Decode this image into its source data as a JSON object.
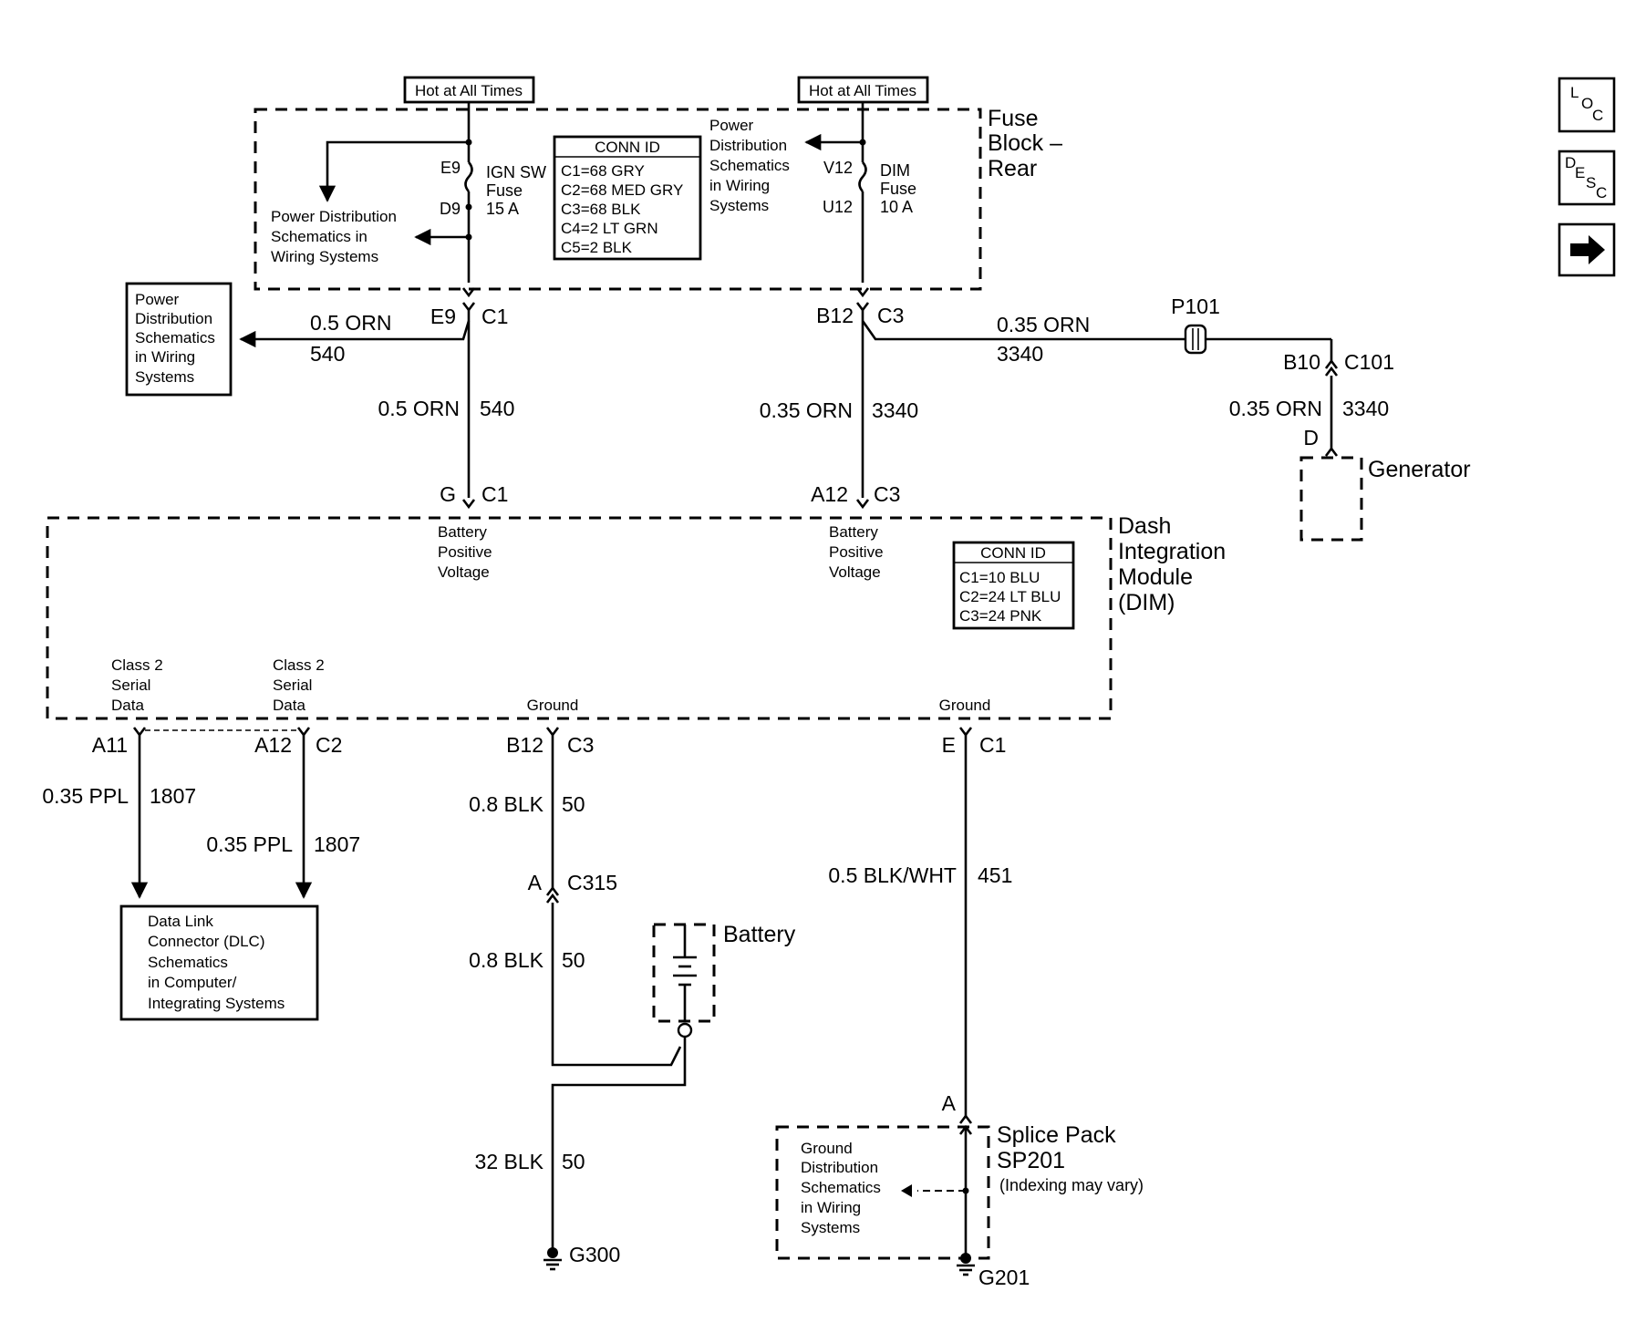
{
  "fuse_block": {
    "title": [
      "Fuse",
      "Block –",
      "Rear"
    ],
    "hot_left": "Hot at All Times",
    "hot_right": "Hot at All Times",
    "conn_id": {
      "title": "CONN ID",
      "lines": [
        "C1=68 GRY",
        "C2=68 MED GRY",
        "C3=68 BLK",
        "C4=2 LT GRN",
        "C5=2 BLK"
      ]
    },
    "ign_fuse": {
      "top_pin": "E9",
      "bottom_pin": "D9",
      "label": [
        "IGN SW",
        "Fuse",
        "15 A"
      ]
    },
    "dim_fuse": {
      "top_pin": "V12",
      "bottom_pin": "U12",
      "label": [
        "DIM",
        "Fuse",
        "10 A"
      ]
    },
    "pd_inner_left": [
      "Power Distribution",
      "Schematics in",
      "Wiring Systems"
    ],
    "pd_inner_right": [
      "Power",
      "Distribution",
      "Schematics",
      "in Wiring",
      "Systems"
    ]
  },
  "pd_outer_box": [
    "Power",
    "Distribution",
    "Schematics",
    "in Wiring",
    "Systems"
  ],
  "connectors": {
    "fb_c1": {
      "pin": "E9",
      "conn": "C1"
    },
    "fb_c3": {
      "pin": "B12",
      "conn": "C3"
    },
    "dim_c1_top": {
      "pin": "G",
      "conn": "C1"
    },
    "dim_c3_top": {
      "pin": "A12",
      "conn": "C3"
    },
    "p101": "P101",
    "c101": {
      "pin": "B10",
      "conn": "C101"
    },
    "gen_pin": "D",
    "dim_a11": "A11",
    "dim_c2": {
      "pin": "A12",
      "conn": "C2"
    },
    "dim_c3_bottom": {
      "pin": "B12",
      "conn": "C3"
    },
    "dim_c1_bottom": {
      "pin": "E",
      "conn": "C1"
    },
    "c315": {
      "pin": "A",
      "conn": "C315"
    },
    "sp201_pin": "A"
  },
  "wires": {
    "w540_branch": {
      "gauge": "0.5 ORN",
      "circuit": "540"
    },
    "w540": {
      "gauge": "0.5 ORN",
      "circuit": "540"
    },
    "w3340_dim": {
      "gauge": "0.35 ORN",
      "circuit": "3340"
    },
    "w3340_top": {
      "gauge": "0.35 ORN",
      "circuit": "3340"
    },
    "w3340_gen": {
      "gauge": "0.35 ORN",
      "circuit": "3340"
    },
    "w1807_a": {
      "gauge": "0.35 PPL",
      "circuit": "1807"
    },
    "w1807_b": {
      "gauge": "0.35 PPL",
      "circuit": "1807"
    },
    "w50_top": {
      "gauge": "0.8 BLK",
      "circuit": "50"
    },
    "w50_mid": {
      "gauge": "0.8 BLK",
      "circuit": "50"
    },
    "w50_bottom": {
      "gauge": "32 BLK",
      "circuit": "50"
    },
    "w451": {
      "gauge": "0.5 BLK/WHT",
      "circuit": "451"
    }
  },
  "generator": "Generator",
  "dim": {
    "title": [
      "Dash",
      "Integration",
      "Module",
      "(DIM)"
    ],
    "bpv_left": [
      "Battery",
      "Positive",
      "Voltage"
    ],
    "bpv_right": [
      "Battery",
      "Positive",
      "Voltage"
    ],
    "conn_id": {
      "title": "CONN ID",
      "lines": [
        "C1=10 BLU",
        "C2=24 LT BLU",
        "C3=24 PNK"
      ]
    },
    "class2_a": [
      "Class 2",
      "Serial",
      "Data"
    ],
    "class2_b": [
      "Class 2",
      "Serial",
      "Data"
    ],
    "ground_a": "Ground",
    "ground_b": "Ground"
  },
  "dlc_box": [
    "Data Link",
    "Connector (DLC)",
    "Schematics",
    "in Computer/",
    "Integrating Systems"
  ],
  "battery": "Battery",
  "ground_g300": "G300",
  "ground_g201": "G201",
  "splice_pack": {
    "title": [
      "Splice Pack",
      "SP201"
    ],
    "note": "(Indexing may vary)"
  },
  "gd_box": [
    "Ground",
    "Distribution",
    "Schematics",
    "in Wiring",
    "Systems"
  ],
  "nav": {
    "loc": [
      "L",
      "O",
      "C"
    ],
    "desc": [
      "D",
      "E",
      "S",
      "C"
    ],
    "next": "next-arrow-icon"
  }
}
